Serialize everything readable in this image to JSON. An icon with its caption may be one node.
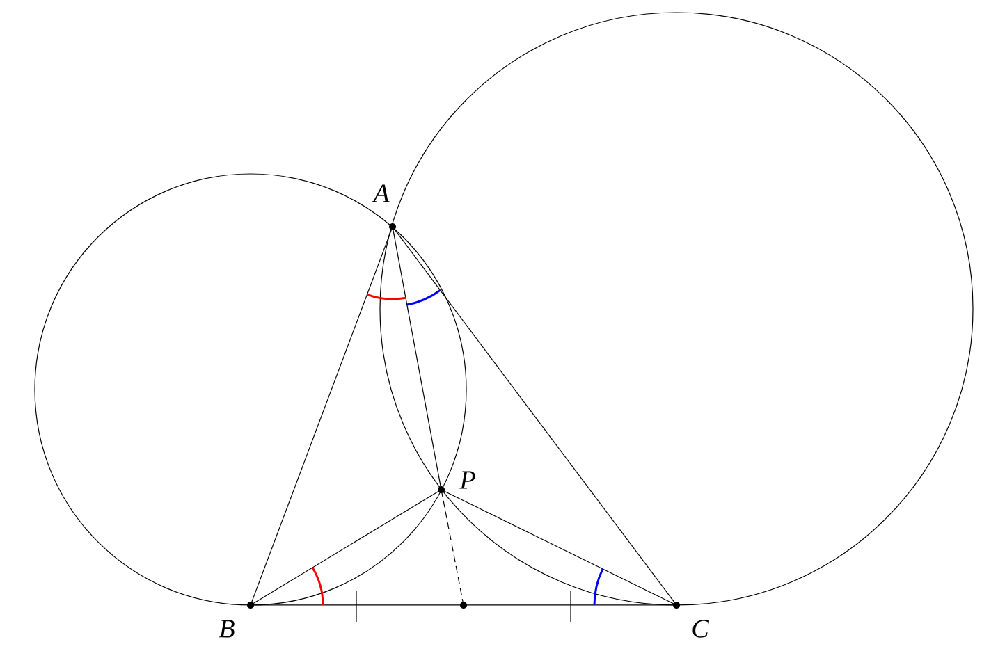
{
  "diagram": {
    "nodes": [
      {
        "text": [
          "A"
        ]
      },
      {
        "text": [
          "B"
        ]
      },
      {
        "text": [
          "C"
        ]
      },
      {
        "text": [
          "P"
        ]
      },
      {
        "text": [],
        "shape": "circle"
      }
    ],
    "edges": [
      {
        "from": 0,
        "to": 1,
        "arrow": "none"
      },
      {
        "from": 0,
        "to": 2,
        "arrow": "none"
      },
      {
        "from": 0,
        "to": 3,
        "arrow": "none"
      },
      {
        "from": 1,
        "to": 3,
        "arrow": "none"
      },
      {
        "from": 2,
        "to": 3,
        "arrow": "none"
      },
      {
        "from": 1,
        "to": 4,
        "arrow": "none"
      },
      {
        "from": 4,
        "to": 2,
        "arrow": "none"
      },
      {
        "from": 3,
        "to": 4,
        "arrow": "none",
        "style": "dashed"
      }
    ]
  }
}
